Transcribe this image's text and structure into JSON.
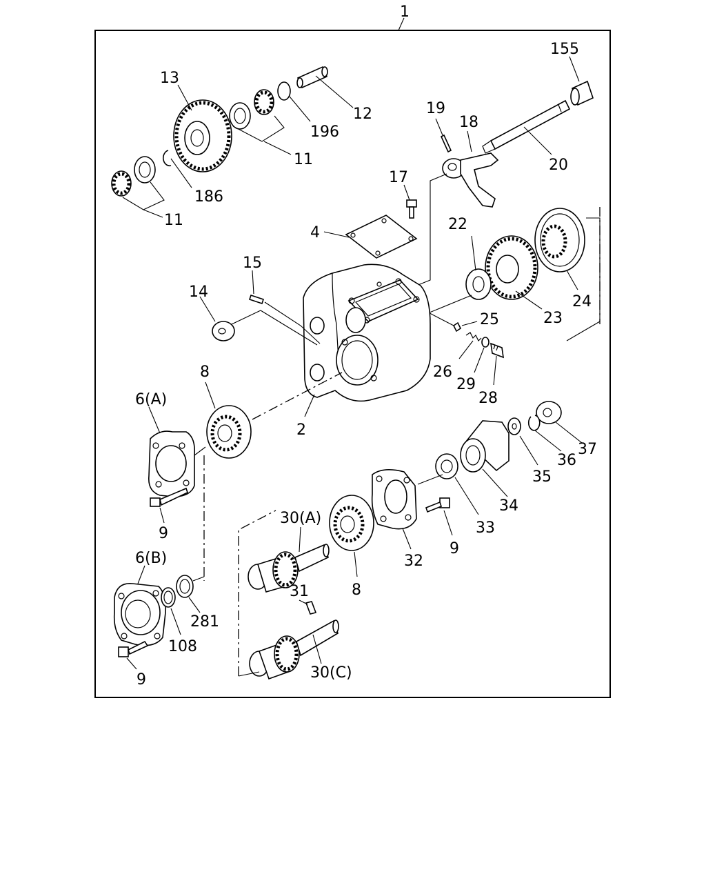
{
  "diagram": {
    "assembly_label": "1",
    "callouts": [
      {
        "id": "c155",
        "text": "155"
      },
      {
        "id": "c13",
        "text": "13"
      },
      {
        "id": "c12",
        "text": "12"
      },
      {
        "id": "c196",
        "text": "196"
      },
      {
        "id": "c19",
        "text": "19"
      },
      {
        "id": "c18",
        "text": "18"
      },
      {
        "id": "c20",
        "text": "20"
      },
      {
        "id": "c11a",
        "text": "11"
      },
      {
        "id": "c186",
        "text": "186"
      },
      {
        "id": "c11b",
        "text": "11"
      },
      {
        "id": "c17",
        "text": "17"
      },
      {
        "id": "c4",
        "text": "4"
      },
      {
        "id": "c22",
        "text": "22"
      },
      {
        "id": "c15",
        "text": "15"
      },
      {
        "id": "c14",
        "text": "14"
      },
      {
        "id": "c24",
        "text": "24"
      },
      {
        "id": "c23",
        "text": "23"
      },
      {
        "id": "c25",
        "text": "25"
      },
      {
        "id": "c26",
        "text": "26"
      },
      {
        "id": "c29",
        "text": "29"
      },
      {
        "id": "c28",
        "text": "28"
      },
      {
        "id": "c8a",
        "text": "8"
      },
      {
        "id": "c6a",
        "text": "6(A)"
      },
      {
        "id": "c2",
        "text": "2"
      },
      {
        "id": "c37",
        "text": "37"
      },
      {
        "id": "c36",
        "text": "36"
      },
      {
        "id": "c35",
        "text": "35"
      },
      {
        "id": "c34",
        "text": "34"
      },
      {
        "id": "c9a",
        "text": "9"
      },
      {
        "id": "c30a",
        "text": "30(A)"
      },
      {
        "id": "c33",
        "text": "33"
      },
      {
        "id": "c9b",
        "text": "9"
      },
      {
        "id": "c32",
        "text": "32"
      },
      {
        "id": "c6b",
        "text": "6(B)"
      },
      {
        "id": "c8b",
        "text": "8"
      },
      {
        "id": "c31",
        "text": "31"
      },
      {
        "id": "c281",
        "text": "281"
      },
      {
        "id": "c108",
        "text": "108"
      },
      {
        "id": "c9c",
        "text": "9"
      },
      {
        "id": "c30c",
        "text": "30(C)"
      }
    ]
  }
}
